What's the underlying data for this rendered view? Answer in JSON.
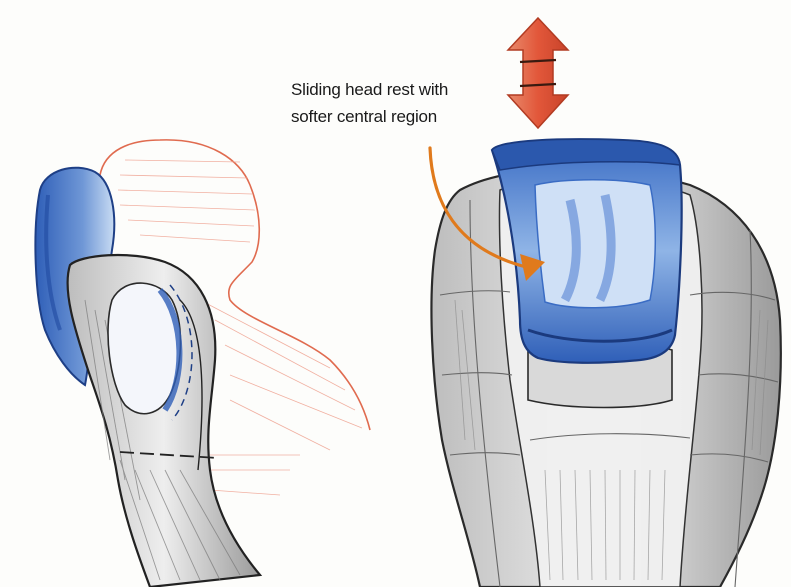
{
  "annotation": {
    "line1": "Sliding head rest with",
    "line2": "softer central region"
  },
  "colors": {
    "paper": "#fdfdfb",
    "pencil": "#2a2a2a",
    "headrest_blue": "#2f5fb8",
    "headrest_light": "#9fc0e8",
    "sketch_red": "#e06b4f",
    "arrow_orange": "#e07a1c",
    "arrow_red": "#e2573a"
  },
  "icons": {
    "movement_arrow": "double-headed-vertical-arrow",
    "callout_arrow": "curved-pointer-arrow"
  }
}
